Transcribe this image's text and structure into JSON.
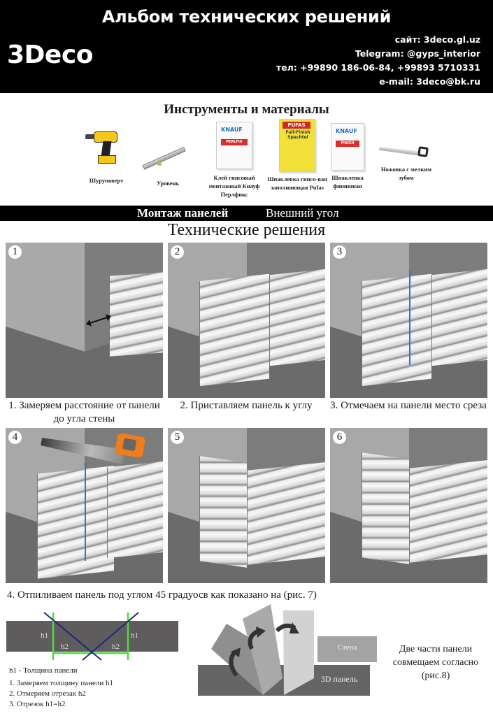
{
  "header": {
    "album_title": "Альбом технических решений",
    "brand": "3Deco",
    "contacts": {
      "site": "сайт: 3deco.gl.uz",
      "telegram": "Telegram: @gyps_interior",
      "phone": "тел: +99890 186-06-84, +99893 5710331",
      "email": "e-mail: 3deco@bk.ru"
    }
  },
  "tools": {
    "title": "Инструменты и материалы",
    "items": [
      {
        "name": "drill",
        "caption": "Шуруповерт"
      },
      {
        "name": "level",
        "caption": "Уровень"
      },
      {
        "name": "perlfix-glue",
        "caption": "Клей гипсовый монтажный Кнауф Перлфикс",
        "brand": "KNAUF",
        "product": "PERLFIX"
      },
      {
        "name": "pufas-filler",
        "caption": "Шпаклевка гипсо-вая заполняющая Pufas",
        "brand": "PUFAS",
        "product": "Full-Finish Spachtel"
      },
      {
        "name": "finish-putty",
        "caption": "Шпаклевка финишная",
        "brand": "KNAUF",
        "product": "FINISH"
      },
      {
        "name": "saw",
        "caption": "Ножовка с мелким зубом"
      }
    ]
  },
  "section": {
    "mounting": "Монтаж панелей",
    "corner_type": "Внешний угол",
    "tech_title": "Технические решения"
  },
  "steps": [
    {
      "num": "1",
      "caption": "1. Замеряем расстояние от панели до угла стены"
    },
    {
      "num": "2",
      "caption": "2. Приставляем панель к углу"
    },
    {
      "num": "3",
      "caption": "3. Отмечаем на панели место среза"
    },
    {
      "num": "4",
      "caption": ""
    },
    {
      "num": "5",
      "caption": ""
    },
    {
      "num": "6",
      "caption": ""
    }
  ],
  "step4_caption": "4. Отпиливаем панель под углом 45 градуосв как показано на (рис. 7)",
  "diagram7": {
    "labels": {
      "h1": "h1",
      "h2": "h2"
    },
    "definition": "h1 - Толщина панели",
    "notes": [
      "1. Замеряем толщину панели h1",
      "2. Отмеряем отрезак h2",
      "3. Отрезок h1=h2"
    ]
  },
  "diagram8": {
    "wall_label": "Стена",
    "panel_label": "3D панель",
    "description": "Две части панели совмещаем согласно (рис.8)"
  },
  "colors": {
    "header_bg": "#000000",
    "cut_line": "#2e74c8",
    "guide_green": "#4ddc3a",
    "guide_navy": "#1c2a7a",
    "panel_gray": "#5e5c5c",
    "saw_orange": "#ef7d1c"
  }
}
